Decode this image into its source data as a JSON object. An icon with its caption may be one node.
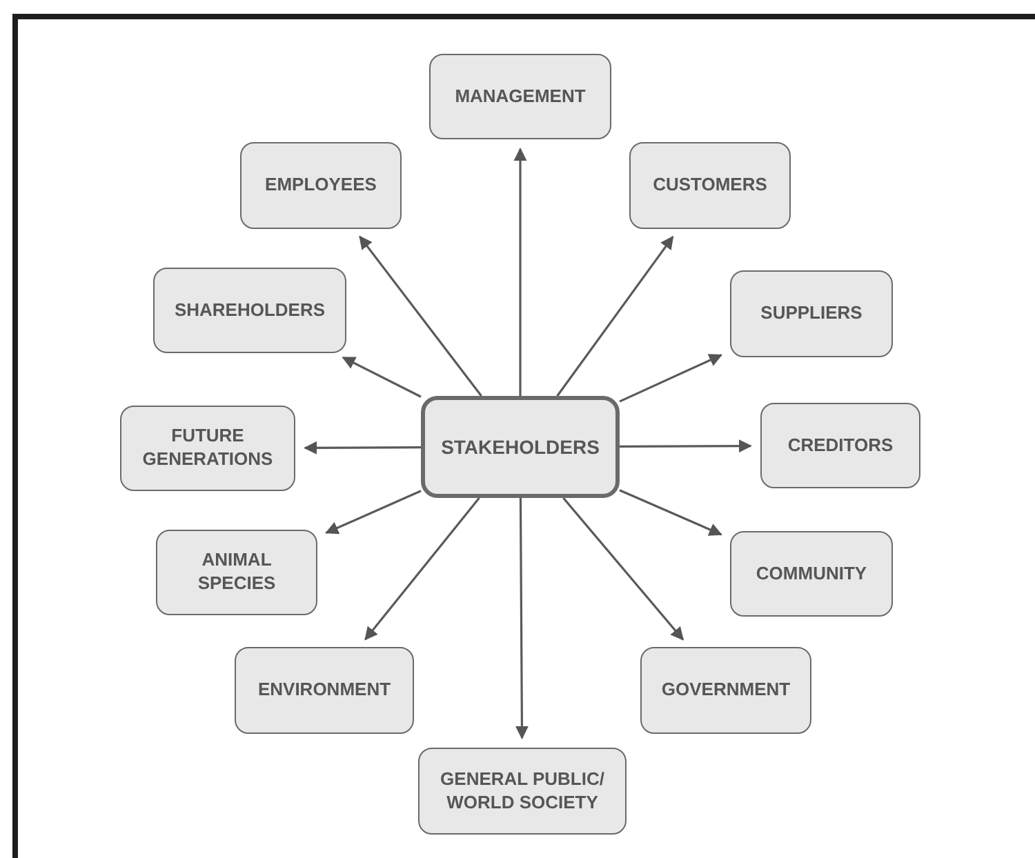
{
  "diagram": {
    "nodes": [
      {
        "text": [
          "STAKEHOLDERS"
        ]
      },
      {
        "text": [
          "MANAGEMENT"
        ]
      },
      {
        "text": [
          "EMPLOYEES"
        ]
      },
      {
        "text": [
          "CUSTOMERS"
        ]
      },
      {
        "text": [
          "SHAREHOLDERS"
        ]
      },
      {
        "text": [
          "SUPPLIERS"
        ]
      },
      {
        "text": [
          "FUTURE GENERATIONS"
        ]
      },
      {
        "text": [
          "CREDITORS"
        ]
      },
      {
        "text": [
          "ANIMAL SPECIES"
        ]
      },
      {
        "text": [
          "COMMUNITY"
        ]
      },
      {
        "text": [
          "ENVIRONMENT"
        ]
      },
      {
        "text": [
          "GOVERNMENT"
        ]
      },
      {
        "text": [
          "GENERAL PUBLIC/ WORLD SOCIETY"
        ]
      }
    ],
    "edges": [
      {
        "from": 0,
        "to": 1,
        "arrow": "to"
      },
      {
        "from": 0,
        "to": 2,
        "arrow": "to"
      },
      {
        "from": 0,
        "to": 3,
        "arrow": "to"
      },
      {
        "from": 0,
        "to": 4,
        "arrow": "to"
      },
      {
        "from": 0,
        "to": 5,
        "arrow": "to"
      },
      {
        "from": 0,
        "to": 6,
        "arrow": "to"
      },
      {
        "from": 0,
        "to": 7,
        "arrow": "to"
      },
      {
        "from": 0,
        "to": 8,
        "arrow": "to"
      },
      {
        "from": 0,
        "to": 9,
        "arrow": "to"
      },
      {
        "from": 0,
        "to": 10,
        "arrow": "to"
      },
      {
        "from": 0,
        "to": 11,
        "arrow": "to"
      },
      {
        "from": 0,
        "to": 12,
        "arrow": "to"
      }
    ]
  }
}
